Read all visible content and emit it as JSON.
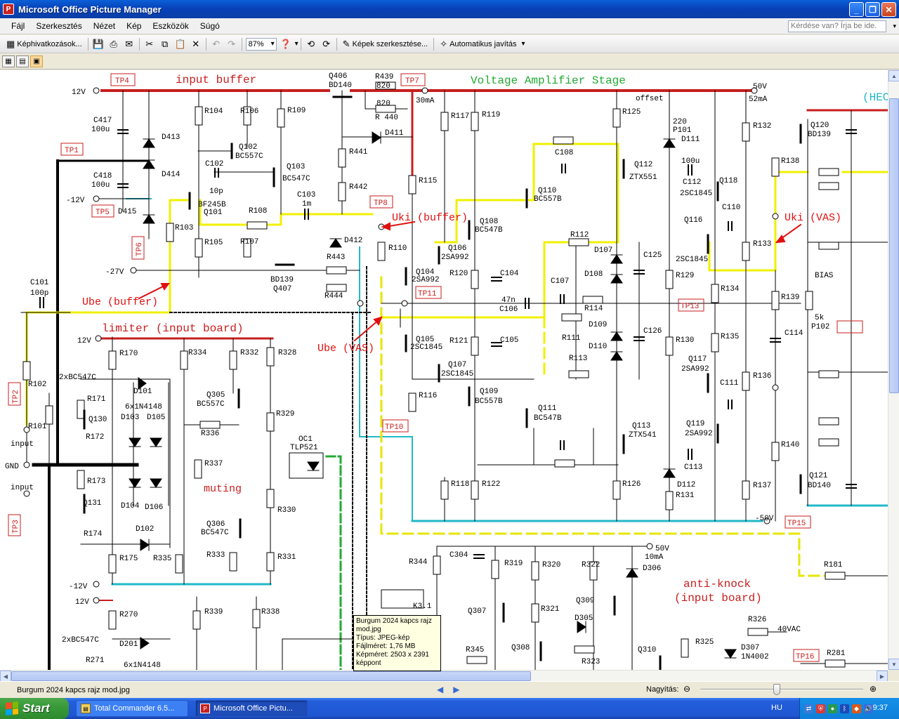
{
  "window": {
    "title": "Microsoft Office Picture Manager",
    "icon": "picture-manager-icon",
    "controls": {
      "minimize": "_",
      "maximize": "❐",
      "close": "✕"
    }
  },
  "menu": {
    "items": [
      "Fájl",
      "Szerkesztés",
      "Nézet",
      "Kép",
      "Eszközök",
      "Súgó"
    ],
    "help_placeholder": "Kérdése van? Írja be ide."
  },
  "toolbar": {
    "shortcuts_label": "Képhivatkozások...",
    "zoom_value": "87%",
    "edit_images_label": "Képek szerkesztése...",
    "auto_fix_label": "Automatikus javítás"
  },
  "schematic": {
    "labels": {
      "tp4": "TP4",
      "tp7": "TP7",
      "tp8": "TP8",
      "tp1": "TP1",
      "tp5": "TP5",
      "tp6": "TP6",
      "tp2": "TP2",
      "tp3": "TP3",
      "tp10": "TP10",
      "tp11": "TP11",
      "tp13": "TP13",
      "tp15": "TP15",
      "tp16": "TP16",
      "input_buffer": "input buffer",
      "vas": "Voltage Amplifier Stage",
      "limiter": "limiter   (input board)",
      "muting": "muting",
      "anti_knock": "anti-knock",
      "input_board": "(input board)",
      "hec": "(HEC",
      "uki_buffer": "Uki (buffer)",
      "uki_vas": "Uki (VAS)",
      "ube_buffer": "Ube (buffer)",
      "ube_vas": "Ube (VAS)",
      "v12": "12V",
      "vm12": "-12V",
      "vm27": "-27V",
      "v50": "50V",
      "ma52": "52mA",
      "vm50": "-50V",
      "ma30": "30mA",
      "v12b": "12V",
      "vm12b": "-12V",
      "v12c": "12V",
      "v50b": "50V",
      "ma10": "10mA",
      "gnd": "GND",
      "input_p": "input",
      "input_m": "input",
      "offset": "offset",
      "bias": "BIAS",
      "q406": "Q406",
      "bd140": "BD140",
      "r439": "R439",
      "r440": "R 440",
      "v820": "820",
      "v820b": "820",
      "q102": "Q102",
      "bc557c": "BC557C",
      "q103": "Q103",
      "bc547c": "BC547C",
      "q101": "Q101",
      "bf245b": "BF245B",
      "q407": "Q407",
      "bd139": "BD139",
      "q104": "Q104",
      "sa992": "2SA992",
      "q105": "Q105",
      "sc1845": "2SC1845",
      "q106": "Q106",
      "q107": "Q107",
      "q108": "Q108",
      "bc547b": "BC547B",
      "q109": "Q109",
      "bc557b": "BC557B",
      "q110": "Q110",
      "q111": "Q111",
      "q112": "Q112",
      "ztx551": "ZTX551",
      "q113": "Q113",
      "ztx541": "ZTX541",
      "q116": "Q116",
      "q117": "Q117",
      "q118": "Q118",
      "q119": "Q119",
      "q120": "Q120",
      "q121": "Q121",
      "q130": "Q130",
      "q131": "Q131",
      "q305": "Q305",
      "q306": "Q306",
      "q307": "Q307",
      "q308": "Q308",
      "q309": "Q309",
      "q310": "Q310",
      "oc1": "OC1",
      "tlp521": "TLP521",
      "k31": "K3.1",
      "d307": "D307",
      "n4002": "1N4002",
      "vac40": "40VAC",
      "r104": "R104",
      "r106": "R106",
      "r109": "R109",
      "r103": "R103",
      "r105": "R105",
      "r107": "R107",
      "r108": "R108",
      "r110": "R110",
      "r115": "R115",
      "r116": "R116",
      "r117": "R117",
      "r118": "R118",
      "r119": "R119",
      "r120": "R120",
      "r121": "R121",
      "r122": "R122",
      "r125": "R125",
      "r126": "R126",
      "r129": "R129",
      "r130": "R130",
      "r131": "R131",
      "r132": "R132",
      "r133": "R133",
      "r134": "R134",
      "r135": "R135",
      "r136": "R136",
      "r137": "R137",
      "r138": "R138",
      "r139": "R139",
      "r140": "R140",
      "r112": "R112",
      "r113": "R113",
      "r114": "R114",
      "r111": "R111",
      "r170": "R170",
      "r171": "R171",
      "r172": "R172",
      "r173": "R173",
      "r174": "R174",
      "r175": "R175",
      "c101": "C101",
      "c102": "C102",
      "c103": "C103",
      "c104": "C104",
      "c105": "C105",
      "c106": "C106",
      "c107": "C107",
      "c108": "C108",
      "c110": "C110",
      "c111": "C111",
      "c112": "C112",
      "c113": "C113",
      "c114": "C114",
      "c125": "C125",
      "c126": "C126",
      "c417": "C417",
      "c418": "C418",
      "c304": "C304",
      "d411": "D411",
      "d412": "D412",
      "d413": "D413",
      "d414": "D414",
      "d415": "D415",
      "d101": "D101",
      "d102": "D102",
      "d103": "D103",
      "d104": "D104",
      "d105": "D105",
      "d106": "D106",
      "d107": "D107",
      "d108": "D108",
      "d109": "D109",
      "d110": "D110",
      "d111": "D111",
      "d112": "D112",
      "d201": "D201",
      "d305": "D305",
      "d306": "D306",
      "bc547c2": "2xBC547C",
      "n4148x6": "6x1N4148",
      "r344": "R344",
      "r319": "R319",
      "r320": "R320",
      "r321": "R321",
      "r322": "R322",
      "r323": "R323",
      "r325": "R325",
      "r326": "R326",
      "r345": "R345",
      "r181": "R181",
      "r281": "R281",
      "r270": "R270",
      "r271": "R271",
      "r339": "R339",
      "r338": "R338",
      "r333": "R333",
      "r331": "R331",
      "r330": "R330",
      "r337": "R337",
      "r336": "R336",
      "r329": "R329",
      "r328": "R328",
      "r332": "R332",
      "r334": "R334",
      "r335": "R335",
      "r441": "R441",
      "r442": "R442",
      "r443": "R443",
      "r444": "R444",
      "r101": "R101",
      "r102": "R102",
      "v5k": "5k",
      "p102": "P102",
      "p101": "P101",
      "v220": "220",
      "v100u": "100u",
      "v1m": "1m",
      "v10p": "10p",
      "v100p": "100p",
      "v47n": "47n"
    }
  },
  "tooltip": {
    "line1": "Burgum 2024 kapcs rajz",
    "line2": "mod.jpg",
    "line3": "Típus: JPEG-kép",
    "line4": "Fájlméret: 1,76 MB",
    "line5": "Képméret: 2503 x 2391",
    "line6": "képpont"
  },
  "status": {
    "filename": "Burgum 2024 kapcs rajz mod.jpg",
    "zoom_label": "Nagyítás:",
    "zoom_level": 0.47
  },
  "taskbar": {
    "start": "Start",
    "tasks": [
      "Total Commander 6.5...",
      "Microsoft Office Pictu..."
    ],
    "lang": "HU",
    "clock": "9:37"
  },
  "colors": {
    "rail_red": "#c81e1e",
    "rail_black": "#000000",
    "rail_cyan": "#22b8c8",
    "highlight_yellow": "#f0f000",
    "label_red": "#c81e1e",
    "vas_green": "#22aa33",
    "annotation_red": "#e01010",
    "xp_blue": "#0a5fd8"
  }
}
